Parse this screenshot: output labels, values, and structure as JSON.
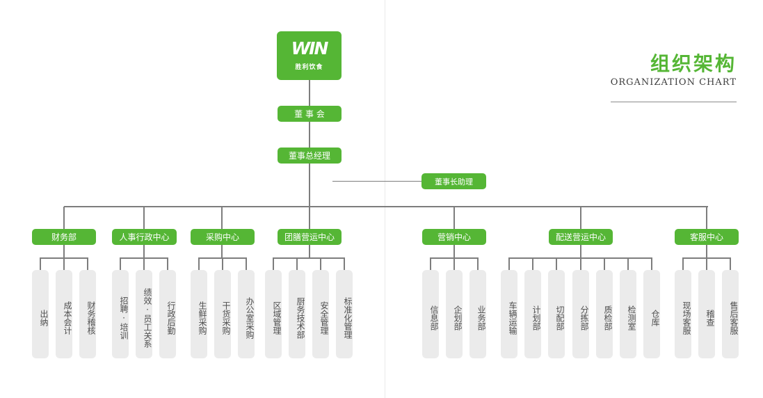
{
  "logo": {
    "mark": "WIN",
    "name": "胜利饮食"
  },
  "title": {
    "cn": "组织架构",
    "en": "ORGANIZATION CHART"
  },
  "board": "董 事 会",
  "gm": "董事总经理",
  "assistant": "董事长助理",
  "departments": [
    {
      "name": "财务部",
      "children": [
        "出纳",
        "成本会计",
        "财务稽核"
      ]
    },
    {
      "name": "人事行政中心",
      "children": [
        "招聘·培训",
        "绩效·员工关系",
        "行政后勤"
      ]
    },
    {
      "name": "采购中心",
      "children": [
        "生鲜采购",
        "干货采购",
        "办公室采购"
      ]
    },
    {
      "name": "团膳营运中心",
      "children": [
        "区域管理",
        "厨务技术部",
        "安全管理",
        "标准化管理"
      ]
    },
    {
      "name": "营销中心",
      "children": [
        "信息部",
        "企划部",
        "业务部"
      ]
    },
    {
      "name": "配送营运中心",
      "children": [
        "车辆运输",
        "计划部",
        "切配部",
        "分拣部",
        "质检部",
        "检测室",
        "仓库"
      ]
    },
    {
      "name": "客服中心",
      "children": [
        "现场客服",
        "稽查",
        "售后客服"
      ]
    }
  ]
}
